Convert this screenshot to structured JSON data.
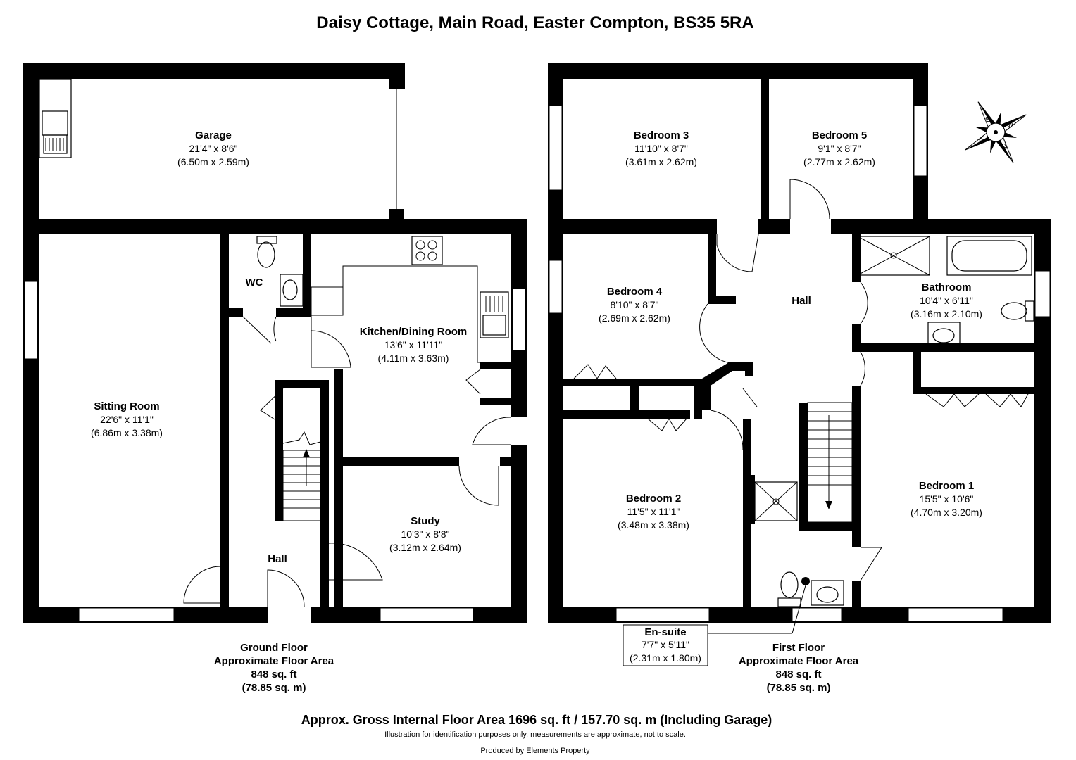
{
  "title": "Daisy Cottage, Main Road, Easter Compton, BS35 5RA",
  "ground_floor": {
    "rooms": [
      {
        "name": "Garage",
        "dim_imperial": "21'4\" x 8'6\"",
        "dim_metric": "(6.50m x 2.59m)"
      },
      {
        "name": "WC",
        "dim_imperial": "",
        "dim_metric": ""
      },
      {
        "name": "Kitchen/Dining Room",
        "dim_imperial": "13'6\" x 11'11\"",
        "dim_metric": "(4.11m x 3.63m)"
      },
      {
        "name": "Sitting Room",
        "dim_imperial": "22'6\" x 11'1\"",
        "dim_metric": "(6.86m x 3.38m)"
      },
      {
        "name": "Study",
        "dim_imperial": "10'3\" x 8'8\"",
        "dim_metric": "(3.12m x 2.64m)"
      },
      {
        "name": "Hall",
        "dim_imperial": "",
        "dim_metric": ""
      }
    ],
    "area_label_1": "Ground Floor",
    "area_label_2": "Approximate Floor Area",
    "area_sqft": "848 sq. ft",
    "area_sqm": "(78.85 sq. m)"
  },
  "first_floor": {
    "rooms": [
      {
        "name": "Bedroom 3",
        "dim_imperial": "11'10\" x 8'7\"",
        "dim_metric": "(3.61m x 2.62m)"
      },
      {
        "name": "Bedroom 5",
        "dim_imperial": "9'1\" x 8'7\"",
        "dim_metric": "(2.77m x 2.62m)"
      },
      {
        "name": "Bedroom 4",
        "dim_imperial": "8'10\" x 8'7\"",
        "dim_metric": "(2.69m x 2.62m)"
      },
      {
        "name": "Hall",
        "dim_imperial": "",
        "dim_metric": ""
      },
      {
        "name": "Bathroom",
        "dim_imperial": "10'4\" x 6'11\"",
        "dim_metric": "(3.16m x 2.10m)"
      },
      {
        "name": "Bedroom 2",
        "dim_imperial": "11'5\" x 11'1\"",
        "dim_metric": "(3.48m x 3.38m)"
      },
      {
        "name": "Bedroom 1",
        "dim_imperial": "15'5\" x 10'6\"",
        "dim_metric": "(4.70m x 3.20m)"
      }
    ],
    "ensuite": {
      "name": "En-suite",
      "dim_imperial": "7'7\" x 5'11\"",
      "dim_metric": "(2.31m x 1.80m)"
    },
    "area_label_1": "First Floor",
    "area_label_2": "Approximate Floor Area",
    "area_sqft": "848 sq. ft",
    "area_sqm": "(78.85 sq. m)"
  },
  "compass": {
    "n": "N",
    "e": "E",
    "s": "S",
    "w": "W"
  },
  "gross_area": "Approx. Gross Internal Floor Area 1696 sq. ft / 157.70 sq. m (Including Garage)",
  "disclaimer": "Illustration for identification purposes only, measurements are approximate, not to scale.",
  "producer": "Produced by Elements Property"
}
